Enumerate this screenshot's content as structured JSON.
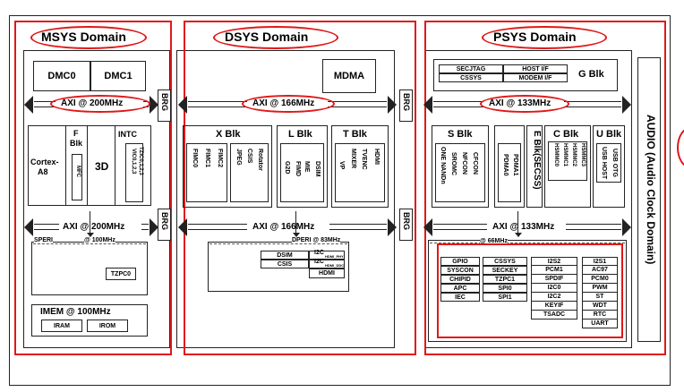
{
  "domains": {
    "msys": "MSYS Domain",
    "dsys": "DSYS Domain",
    "psys": "PSYS Domain",
    "audio": "AUDIO (Audio Clock Domain)"
  },
  "msys": {
    "dmc0": "DMC0",
    "dmc1": "DMC1",
    "axi_top": "AXI @ 200MHz",
    "axi_bottom": "AXI @ 200MHz",
    "cortex": "Cortex-",
    "cortex2": "A8",
    "fblk": "F",
    "fblk2": "Blk",
    "mfc": "MFC",
    "g3d": "3D",
    "intc": "INTC",
    "tzic": "TZIC0,1,2,3",
    "vic": "VIC0,1,2,3",
    "speri": "SPERI",
    "speri_freq": "@ 100MHz",
    "tzpc0": "TZPC0",
    "imem": "IMEM @ 100MHz",
    "iram": "IRAM",
    "irom": "IROM"
  },
  "bridges": [
    "BRG",
    "BRG",
    "BRG",
    "BRG"
  ],
  "dsys": {
    "mdma": "MDMA",
    "axi_top": "AXI @ 166MHz",
    "axi_bottom": "AXI @ 166MHz",
    "xblk": "X Blk",
    "xblk_items": [
      "FIMC0",
      "FIMC1",
      "FIMC2",
      "JPEG",
      "CSIS",
      "Rotator"
    ],
    "lblk": "L Blk",
    "lblk_items": [
      "G2D",
      "FIMD",
      "MIE",
      "DSIM"
    ],
    "tblk": "T Blk",
    "tblk_items": [
      "VP",
      "MIXER",
      "TVENC",
      "HDMI"
    ],
    "dperi": "DPERI @ 83MHz",
    "dsim": "DSIM",
    "csis": "CSIS",
    "i2c_hdmi_phy": "I2C",
    "i2c_hdmi_phy_sub": "HDMI_PHY",
    "i2c_hdmi_ddc": "I2C",
    "i2c_hdmi_ddc_sub": "HDMI_DDC",
    "hdmi": "HDMI"
  },
  "psys": {
    "secjtag": "SECJTAG",
    "host_if": "HOST I/F",
    "cssys": "CSSYS",
    "modem_if": "MODEM I/F",
    "gblk": "G Blk",
    "axi_top": "AXI @ 133MHz",
    "axi_bottom": "AXI @ 133MHz",
    "sblk": "S Blk",
    "sblk_items": [
      "ONE NANDn",
      "SROMC",
      "NFCON",
      "CFCON"
    ],
    "pdma": [
      "PDMA0",
      "PDMA1"
    ],
    "eblk": "E Blk(SECSS)",
    "cblk": "C Blk",
    "cblk_items": [
      "HSMMC0",
      "HSMMC1",
      "HSMMC2",
      "HSMMC3"
    ],
    "ublk": "U Blk",
    "ublk_items": [
      "USB HOST",
      "USB OTG"
    ],
    "peri_freq": "@ 66MHz",
    "peri_cols": [
      [
        "GPIO",
        "SYSCON",
        "CHIPID",
        "APC",
        "IEC"
      ],
      [
        "CSSYS",
        "SECKEY",
        "TZPC1",
        "SPI0",
        "SPI1"
      ],
      [
        "I2S2",
        "PCM1",
        "SPDIF",
        "I2C0",
        "I2C2",
        "KEYIF",
        "TSADC"
      ],
      [
        "I2S1",
        "AC97",
        "PCM0",
        "PWM",
        "ST",
        "WDT",
        "RTC",
        "UART"
      ]
    ]
  }
}
